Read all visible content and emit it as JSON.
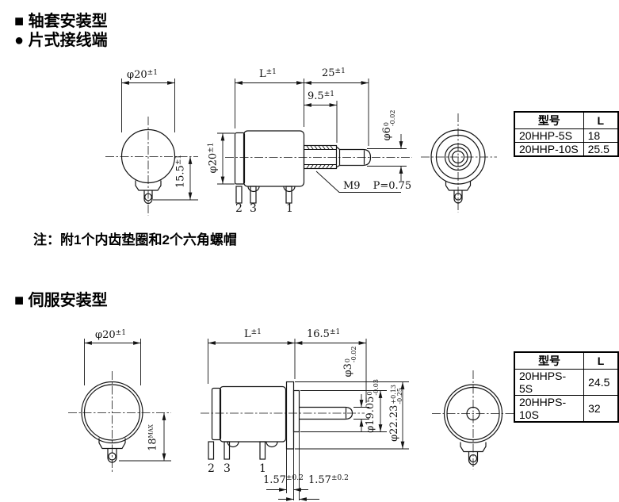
{
  "section1": {
    "title_line1": "■ 轴套安装型",
    "title_line2": "● 片式接线端",
    "note": "注：附1个内齿垫圈和2个六角螺帽",
    "dims": {
      "front_diameter": {
        "value": "φ20",
        "tol": "±1"
      },
      "front_height": {
        "value": "15.5",
        "tol": "±1"
      },
      "body_length": {
        "value": "L",
        "tol": "±1"
      },
      "shaft_length": {
        "value": "25",
        "tol": "±1"
      },
      "bushing_length": {
        "value": "9.5",
        "tol": "±1"
      },
      "side_diameter": {
        "value": "φ20",
        "tol": "±1"
      },
      "shaft_diameter": {
        "value": "φ6",
        "tol_top": "0",
        "tol_bottom": "-0.02"
      },
      "thread": {
        "value": "M9",
        "pitch": "P=0.75"
      }
    },
    "pins": {
      "p2": "2",
      "p3": "3",
      "p1": "1"
    },
    "table": {
      "headers": [
        "型号",
        "L"
      ],
      "rows": [
        [
          "20HHP-5S",
          "18"
        ],
        [
          "20HHP-10S",
          "25.5"
        ]
      ]
    }
  },
  "section2": {
    "title": "■ 伺服安装型",
    "dims": {
      "front_diameter": {
        "value": "φ20",
        "tol": "±1"
      },
      "front_height": {
        "value": "18",
        "tol": "MAX"
      },
      "body_length": {
        "value": "L",
        "tol": "±1"
      },
      "shaft_length": {
        "value": "16.5",
        "tol": "±1"
      },
      "shaft_diameter": {
        "value": "φ3",
        "tol_top": "0",
        "tol_bottom": "-0.02"
      },
      "pilot_diameter": {
        "value": "φ19.05",
        "tol_top": "0",
        "tol_bottom": "-0.03"
      },
      "flange_diameter": {
        "value": "φ22.23",
        "tol_top": "+0.13",
        "tol_bottom": "-0.25"
      },
      "flange_thickness1": {
        "value": "1.57",
        "tol": "±0.2"
      },
      "flange_thickness2": {
        "value": "1.57",
        "tol": "±0.2"
      }
    },
    "pins": {
      "p2": "2",
      "p3": "3",
      "p1": "1"
    },
    "table": {
      "headers": [
        "型号",
        "L"
      ],
      "rows": [
        [
          "20HHPS-5S",
          "24.5"
        ],
        [
          "20HHPS-10S",
          "32"
        ]
      ]
    }
  }
}
